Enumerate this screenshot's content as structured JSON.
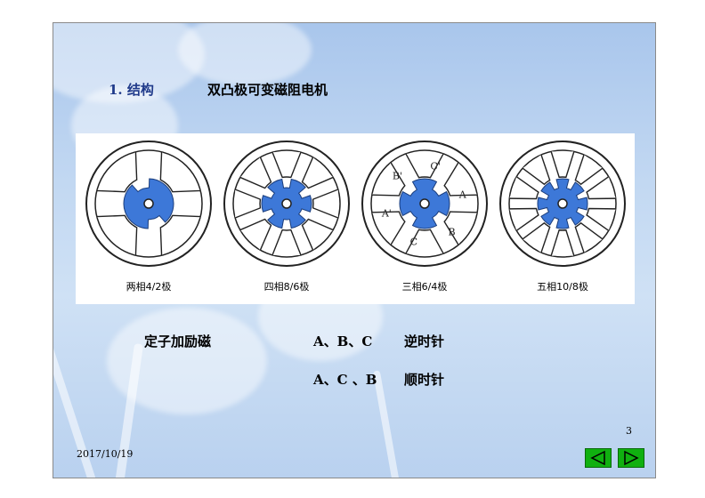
{
  "slide": {
    "section_number": "1. 结构",
    "title": "双凸极可变磁阻电机",
    "figure": {
      "motors": [
        {
          "caption": "两相4/2极",
          "stator_poles": 4,
          "rotor_poles": 2
        },
        {
          "caption": "四相8/6极",
          "stator_poles": 8,
          "rotor_poles": 6
        },
        {
          "caption": "三相6/4极",
          "stator_poles": 6,
          "rotor_poles": 4,
          "phase_labels": [
            "C'",
            "A",
            "B",
            "C",
            "A'",
            "B'"
          ]
        },
        {
          "caption": "五相10/8极",
          "stator_poles": 10,
          "rotor_poles": 8
        }
      ]
    },
    "excitation": {
      "label": "定子加励磁",
      "rows": [
        {
          "sequence": "A、B、C",
          "direction": "逆时针"
        },
        {
          "sequence": "A、C 、B",
          "direction": "顺时针"
        }
      ]
    },
    "page_number": "3",
    "date": "2017/10/19",
    "nav": {
      "prev_icon": "triangle-left-icon",
      "next_icon": "triangle-right-icon"
    }
  },
  "colors": {
    "rotor": "#3d78d8",
    "title_accent": "#1f3a8a",
    "nav_button": "#10b010"
  }
}
